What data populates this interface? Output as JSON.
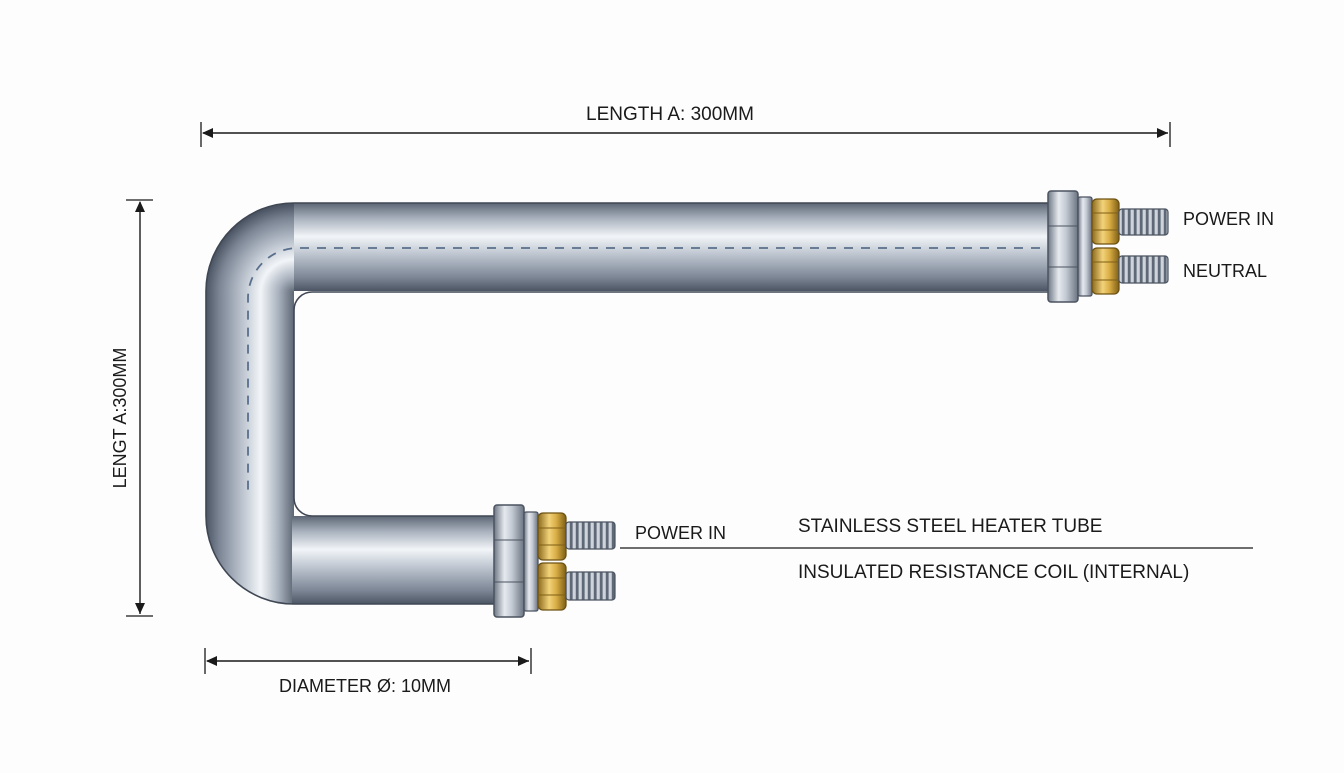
{
  "dimensions": {
    "top_length": "LENGTH A: 300MM",
    "side_length": "LENGT A:300MM",
    "diameter": "DIAMETER Ø: 10MM"
  },
  "terminals": {
    "top_power": "POWER IN",
    "top_neutral": "NEUTRAL",
    "bottom_power": "POWER IN"
  },
  "callouts": {
    "tube": "STAINLESS STEEL HEATER TUBE",
    "coil": "INSULATED RESISTANCE COIL (INTERNAL)"
  },
  "colors": {
    "steel_dark": "#5d6674",
    "steel_mid": "#aab3bf",
    "steel_light": "#f2f5f8",
    "brass_dark": "#8a6a1c",
    "brass_light": "#f2d27a",
    "coil_dash": "#5a6f8c",
    "dimension_line": "#1a1a1a"
  }
}
